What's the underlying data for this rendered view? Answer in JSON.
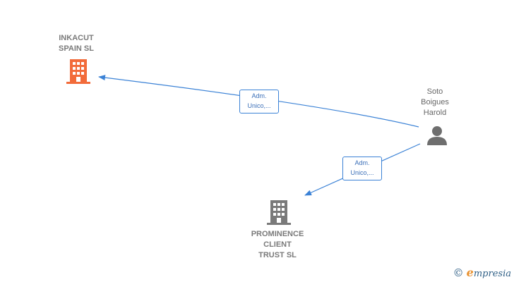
{
  "nodes": {
    "inkacut": {
      "label": "INKACUT\nSPAIN  SL",
      "icon": "building-icon",
      "color": "#f26b3a"
    },
    "prominence": {
      "label": "PROMINENCE\nCLIENT\nTRUST  SL",
      "icon": "building-icon",
      "color": "#7a7a7a"
    },
    "soto": {
      "label": "Soto\nBoigues\nHarold",
      "icon": "person-icon",
      "color": "#6e6e6e"
    }
  },
  "edges": [
    {
      "from": "soto",
      "to": "inkacut",
      "label_line1": "Adm.",
      "label_line2": "Unico,..."
    },
    {
      "from": "soto",
      "to": "prominence",
      "label_line1": "Adm.",
      "label_line2": "Unico,..."
    }
  ],
  "brand": {
    "copyright": "©",
    "first_letter": "e",
    "rest": "mpresia"
  },
  "colors": {
    "edge": "#3b82d6"
  }
}
